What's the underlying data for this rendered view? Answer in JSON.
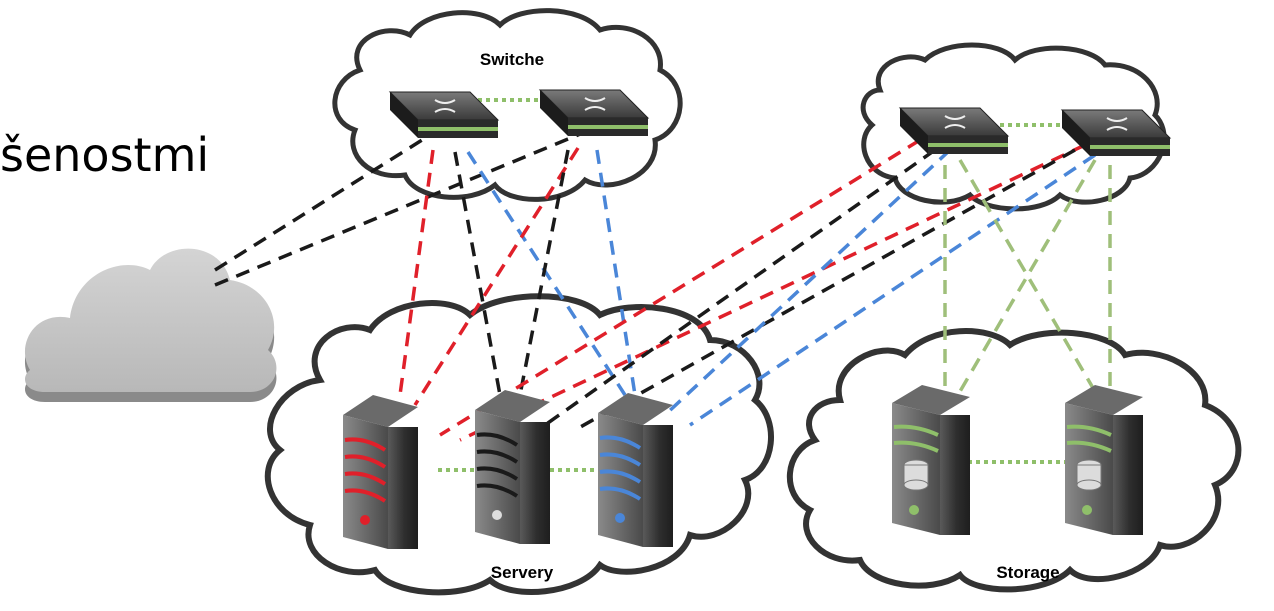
{
  "slide_text": "šenostmi",
  "groups": {
    "switche": {
      "label": "Switche"
    },
    "servery": {
      "label": "Servery"
    },
    "storage": {
      "label": "Storage"
    }
  },
  "colors": {
    "red_link": "#e0202a",
    "black_link": "#1a1a1a",
    "blue_link": "#4a86d8",
    "green_link": "#8fbf6a",
    "storage_link": "#9fbf7a",
    "internet_cloud": "#c9c9c9",
    "cloud_outline": "#3a3a3a"
  },
  "icons": [
    "internet-cloud-icon",
    "switch-icon",
    "server-icon",
    "storage-server-icon"
  ]
}
